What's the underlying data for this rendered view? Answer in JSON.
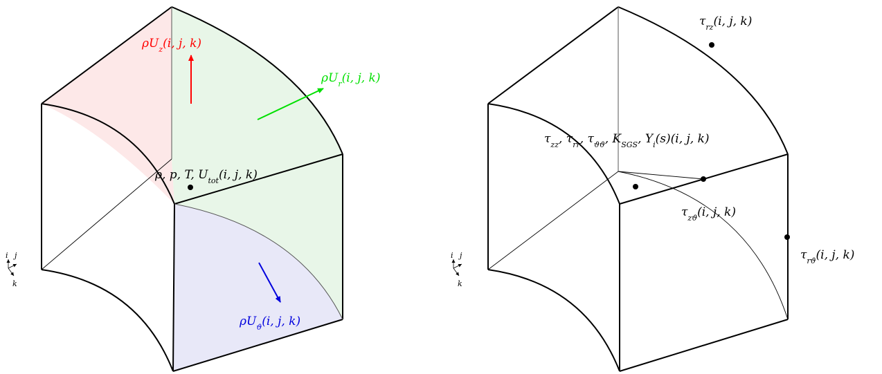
{
  "left_cell": {
    "labels": {
      "cell_center": "ρ, p, T, U_tot(i, j, k)",
      "face_z": "ρU_z(i, j, k)",
      "face_r": "ρU_r(i, j, k)",
      "face_theta": "ρU_ϑ(i, j, k)"
    },
    "colors": {
      "face_z": "#ff0000",
      "face_r": "#00e000",
      "face_theta": "#0000dd",
      "fill_z": "#fde8e8",
      "fill_r": "#e8f6e8",
      "fill_theta": "#e8e8f8"
    }
  },
  "right_cell": {
    "labels": {
      "cell_center": "τ_zz, τ_rr, τ_ϑϑ, K_SGS, Y_i(s)(i, j, k)",
      "edge_rz": "τ_rz(i, j, k)",
      "edge_ztheta": "τ_zϑ(i, j, k)",
      "edge_rtheta": "τ_rϑ(i, j, k)"
    }
  },
  "axes_legend": {
    "i": "i",
    "j": "j",
    "k": "k"
  }
}
